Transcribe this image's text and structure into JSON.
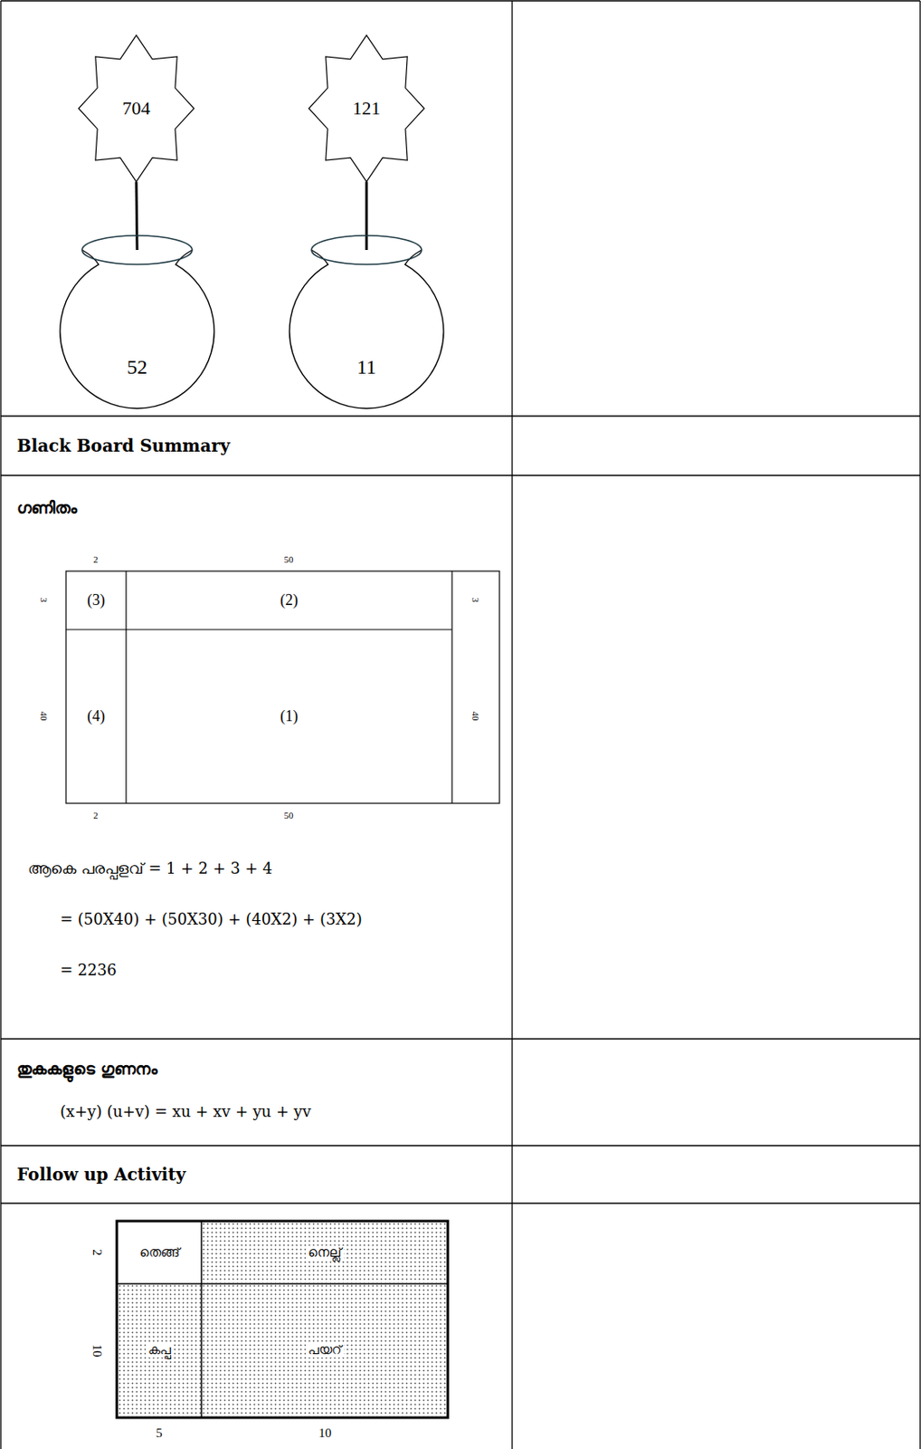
{
  "diagram": {
    "nodes": [
      {
        "text": [
          "704"
        ]
      },
      {
        "text": [
          "121"
        ]
      },
      {
        "text": [
          "52"
        ]
      },
      {
        "text": [
          "11"
        ]
      },
      {
        "text": [
          "(3)"
        ]
      },
      {
        "text": [
          "(2)"
        ]
      },
      {
        "text": [
          "(4)"
        ]
      },
      {
        "text": [
          "(1)"
        ]
      },
      {
        "text": [
          "തെങ്ങ്"
        ]
      },
      {
        "text": [
          "നെല്ല്"
        ]
      },
      {
        "text": [
          "കപ്പ"
        ]
      },
      {
        "text": [
          "പയറ്"
        ]
      }
    ],
    "edges": [
      {
        "from": 0,
        "to": 2,
        "arrow": "none"
      },
      {
        "from": 1,
        "to": 3,
        "arrow": "none"
      }
    ],
    "labels": [
      "Black Board Summary",
      "ഗണിതം",
      "2",
      "50",
      "3",
      "40",
      "3",
      "40",
      "2",
      "50",
      "ആകെ പരപ്പളവ് = 1 + 2 + 3 + 4",
      "= (50X40) + (50X30) + (40X2) + (3X2)",
      "= 2236",
      "തുകകളുടെ ഗുണനം",
      "(x+y) (u+v) = xu + xv + yu + yv",
      "Follow up Activity",
      "2",
      "10",
      "5",
      "10"
    ]
  }
}
